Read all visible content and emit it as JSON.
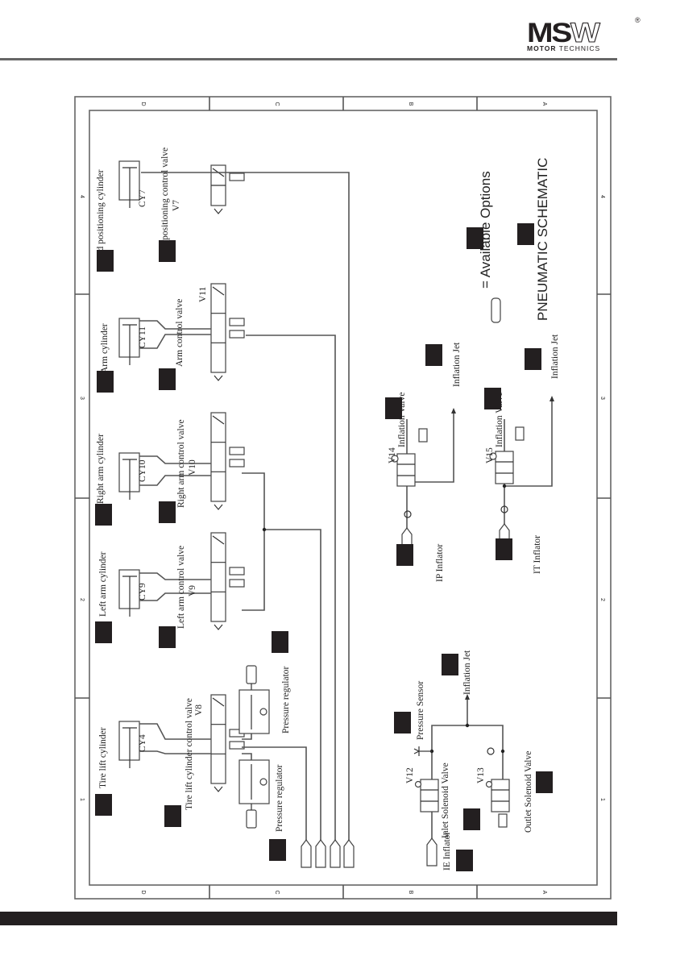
{
  "header": {
    "brand_mark": "MSW",
    "brand_subtitle_bold": "MOTOR",
    "brand_subtitle": "TECHNICS",
    "registered": "®"
  },
  "schematic": {
    "title": "PNEUMATIC SCHEMATIC",
    "legend": "= Available Options",
    "border_zones_letters": [
      "D",
      "C",
      "B",
      "A"
    ],
    "border_zones_numbers": [
      "4",
      "3",
      "2",
      "1"
    ],
    "components": {
      "head_cylinder": {
        "label": "Head positioning cylinder",
        "id": "CY7"
      },
      "head_valve": {
        "label": "Head positioning control valve",
        "id": "V7"
      },
      "arm_cylinder": {
        "label": "Arm cylinder",
        "id": "CY11"
      },
      "arm_valve": {
        "label": "Arm control valve",
        "id": "V11"
      },
      "right_arm_cylinder": {
        "label": "Right arm cylinder",
        "id": "CY10"
      },
      "right_arm_valve": {
        "label": "Right arm control valve",
        "id": "V10"
      },
      "left_arm_cylinder": {
        "label": "Left arm cylinder",
        "id": "CY9"
      },
      "left_arm_valve": {
        "label": "Left arm control valve",
        "id": "V9"
      },
      "tire_lift_cylinder": {
        "label": "Tire lift cylinder",
        "id": "CY4"
      },
      "tire_lift_valve": {
        "label": "Tire lift cylinder control valve",
        "id": "V8"
      },
      "pressure_regulator_1": {
        "label": "Pressure regulator"
      },
      "pressure_regulator_2": {
        "label": "Pressure regulator"
      },
      "v14": {
        "label": "Inflation Valve",
        "id": "V14",
        "jet": "Inflation Jet",
        "inflator": "IP Inflator"
      },
      "v15": {
        "label": "Inflation Valve",
        "id": "V15",
        "jet": "Inflation Jet",
        "inflator": "IT Inflator"
      },
      "v12": {
        "label": "Inlet Solenoid Valve",
        "id": "V12"
      },
      "v13": {
        "label": "Outlet Solenoid Valve",
        "id": "V13"
      },
      "pressure_sensor": {
        "label": "Pressure Sensor"
      },
      "ie_jet": {
        "label": "Inflation Jet"
      },
      "ie_inflator": {
        "label": "IE Inflator"
      }
    },
    "connectors": [
      "",
      "",
      "",
      ""
    ]
  }
}
